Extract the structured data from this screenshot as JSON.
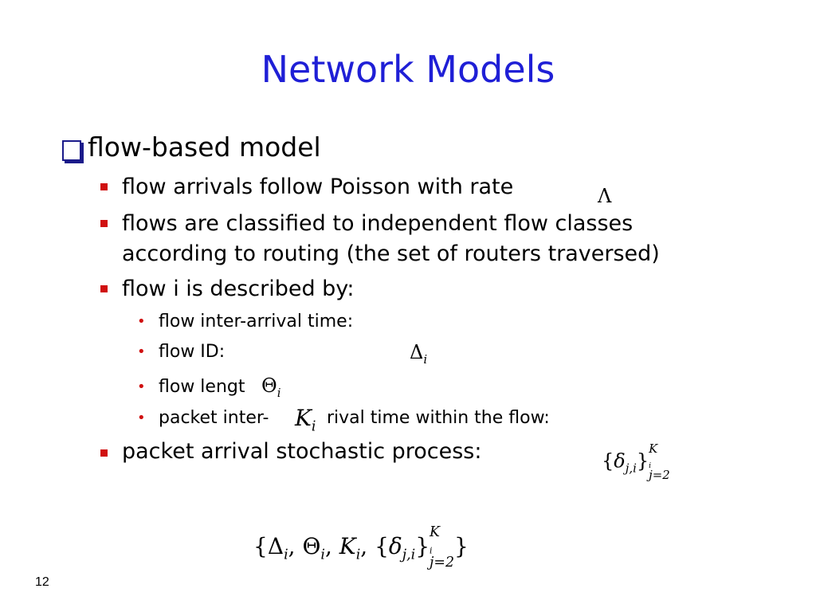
{
  "slide": {
    "title": "Network Models",
    "page_number": "12",
    "bullet_color": "#d01010",
    "title_color": "#1f1fd6"
  },
  "main": {
    "heading": "flow-based model",
    "bullets": [
      {
        "text": "flow arrivals follow Poisson with rate"
      },
      {
        "text_line1": "flows are classified to independent flow classes",
        "text_line2": "according to routing (the set of routers traversed)"
      },
      {
        "text": "flow i is described by:"
      },
      {
        "text": "packet arrival stochastic process:"
      }
    ],
    "sub_bullets": [
      {
        "text": "flow inter-arrival time:"
      },
      {
        "text": "flow ID:"
      },
      {
        "text": "flow lengt"
      },
      {
        "text": "packet inter-",
        "text_tail": "rival time within the flow:"
      }
    ]
  },
  "math": {
    "lambda": "Λ",
    "delta": "Δ",
    "theta": "Θ",
    "k": "K",
    "i": "i",
    "small_delta": "δ",
    "sub_ji": "j,i",
    "sup_k": "K",
    "sup_k_i": "i",
    "lower": "j=2",
    "left_brace": "{",
    "right_brace": "}",
    "comma": ","
  }
}
